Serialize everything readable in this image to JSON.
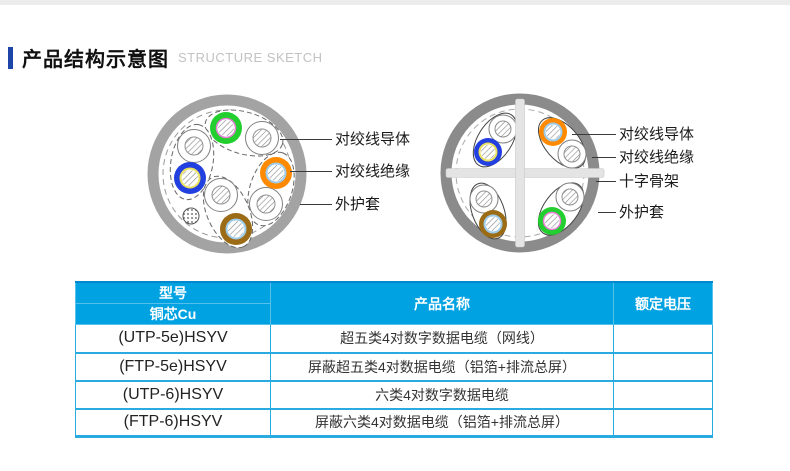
{
  "page": {
    "title": "产品结构示意图",
    "subtitle": "STRUCTURE SKETCH"
  },
  "diagram1": {
    "description": "unshielded twisted-pair cable cross-section",
    "labels": [
      "对绞线导体",
      "对绞线绝缘",
      "外护套"
    ]
  },
  "diagram2": {
    "description": "cross-skeleton twisted-pair cable cross-section",
    "labels": [
      "对绞线导体",
      "对绞线绝缘",
      "十字骨架",
      "外护套"
    ]
  },
  "table": {
    "header": {
      "col1_top": "型号",
      "col1_bottom": "铜芯Cu",
      "col2": "产品名称",
      "col3": "额定电压"
    },
    "rows": [
      {
        "model": "(UTP-5e)HSYV",
        "name": "超五类4对数字数据电缆（网线）",
        "voltage": ""
      },
      {
        "model": "(FTP-5e)HSYV",
        "name": "屏蔽超五类4对数据电缆（铝箔+排流总屏）",
        "voltage": ""
      },
      {
        "model": "(UTP-6)HSYV",
        "name": "六类4对数字数据电缆",
        "voltage": ""
      },
      {
        "model": "(FTP-6)HSYV",
        "name": "屏蔽六类4对数据电缆（铝箔+排流总屏）",
        "voltage": ""
      }
    ]
  },
  "colors": {
    "page_top_strip": "#ececec",
    "title_accent": "#1e45a8",
    "subtitle_gray": "#c2c2c2",
    "table_header_bg": "#00a2e2",
    "table_header_top": "#0088cc",
    "table_header_divider": "#55c1ea",
    "table_border": "#29abe2",
    "table_text": "#333333",
    "sheath_gray_1": "#a3a3a3",
    "sheath_gray_2": "#8b8b8b",
    "cross_gray": "#e4e4e4",
    "wire_green": "#22cf2f",
    "wire_blue": "#2240e0",
    "wire_orange": "#ff8a00",
    "wire_brown": "#9c6b15",
    "wire_inner_pink": "#e080d0",
    "wire_inner_yellow": "#e8e060",
    "wire_inner_lightblue": "#9ecbe8"
  }
}
